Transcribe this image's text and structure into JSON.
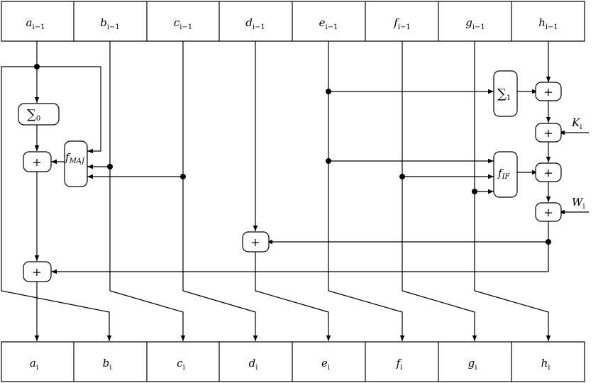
{
  "registers_in": [
    {
      "letter": "a",
      "sub": "i−1"
    },
    {
      "letter": "b",
      "sub": "i−1"
    },
    {
      "letter": "c",
      "sub": "i−1"
    },
    {
      "letter": "d",
      "sub": "i−1"
    },
    {
      "letter": "e",
      "sub": "i−1"
    },
    {
      "letter": "f",
      "sub": "i−1"
    },
    {
      "letter": "g",
      "sub": "i−1"
    },
    {
      "letter": "h",
      "sub": "i−1"
    }
  ],
  "registers_out": [
    {
      "letter": "a",
      "sub": "i"
    },
    {
      "letter": "b",
      "sub": "i"
    },
    {
      "letter": "c",
      "sub": "i"
    },
    {
      "letter": "d",
      "sub": "i"
    },
    {
      "letter": "e",
      "sub": "i"
    },
    {
      "letter": "f",
      "sub": "i"
    },
    {
      "letter": "g",
      "sub": "i"
    },
    {
      "letter": "h",
      "sub": "i"
    }
  ],
  "functions": {
    "sigma0": {
      "symbol": "∑",
      "sub": "0"
    },
    "sigma1": {
      "symbol": "∑",
      "sub": "1"
    },
    "fmaj": {
      "letter": "f",
      "sub": "MAJ"
    },
    "fif": {
      "letter": "f",
      "sub": "IF"
    }
  },
  "adder_symbol": "+",
  "inputs": {
    "k": {
      "letter": "K",
      "sub": "i"
    },
    "w": {
      "letter": "W",
      "sub": "i"
    }
  }
}
